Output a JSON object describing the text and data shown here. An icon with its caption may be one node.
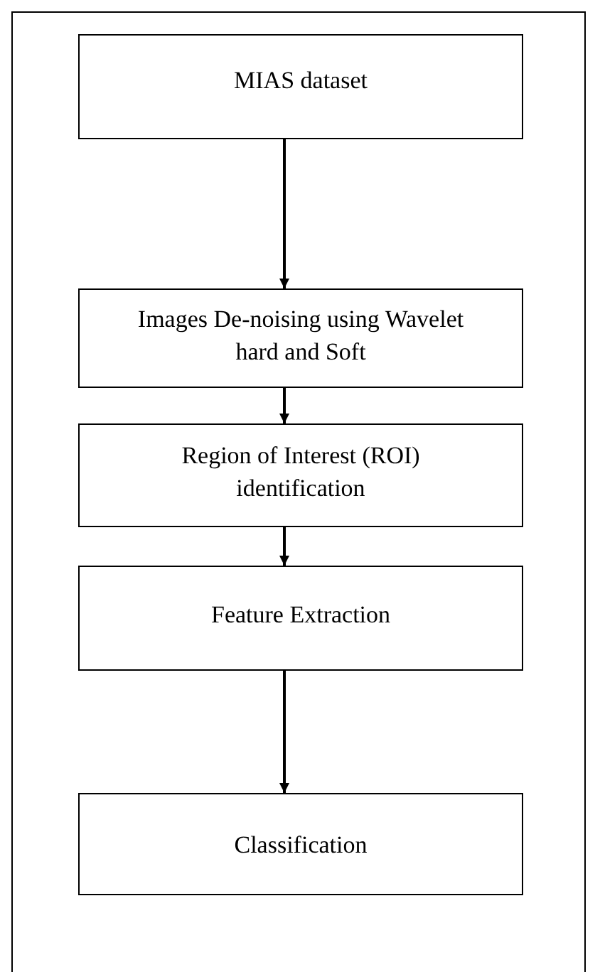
{
  "diagram": {
    "nodes": [
      {
        "text": [
          "MIAS dataset"
        ]
      },
      {
        "text": [
          "Images De-noising using Wavelet hard and Soft"
        ]
      },
      {
        "text": [
          "Region of Interest (ROI) identification"
        ]
      },
      {
        "text": [
          "Feature Extraction"
        ]
      },
      {
        "text": [
          "Classification"
        ]
      }
    ],
    "edges": [
      {
        "from": 0,
        "to": 1,
        "arrow": "to"
      },
      {
        "from": 1,
        "to": 2,
        "arrow": "to"
      },
      {
        "from": 2,
        "to": 3,
        "arrow": "to"
      },
      {
        "from": 3,
        "to": 4,
        "arrow": "to"
      }
    ]
  }
}
